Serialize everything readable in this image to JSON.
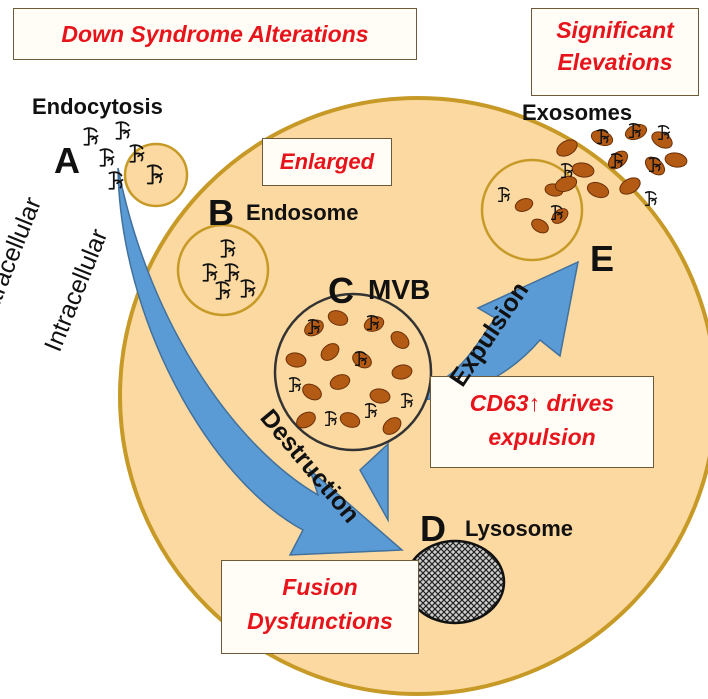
{
  "title_box": "Down Syndrome Alterations",
  "top_right_box": {
    "line1": "Significant",
    "line2": "Elevations"
  },
  "enlarged_box": "Enlarged",
  "cd63_box": {
    "line1": "CD63↑ drives",
    "line2": "expulsion"
  },
  "fusion_box": {
    "line1": "Fusion",
    "line2": "Dysfunctions"
  },
  "stages": {
    "a": {
      "letter": "A",
      "name": "Endocytosis"
    },
    "b": {
      "letter": "B",
      "name": "Endosome"
    },
    "c": {
      "letter": "C",
      "name": "MVB"
    },
    "d": {
      "letter": "D",
      "name": "Lysosome"
    },
    "e": {
      "letter": "E",
      "name": "Exosomes"
    }
  },
  "membrane_labels": {
    "outside": "Extracellular",
    "inside": "Intracellular"
  },
  "arrows": {
    "destruction": "Destruction",
    "expulsion": "Expulsion"
  },
  "colors": {
    "cell_fill": "#fbd9a0",
    "cell_border": "#c79a27",
    "arrow": "#5b9bd5",
    "red_text": "#e8141b",
    "vesicle_brown": "#b35a14"
  }
}
